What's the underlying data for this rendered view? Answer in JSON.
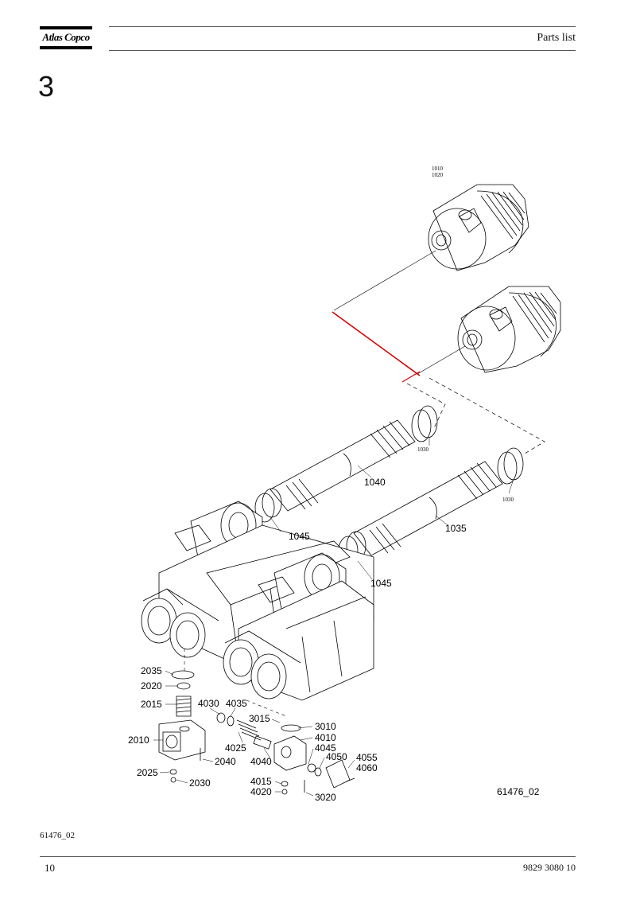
{
  "header": {
    "brand": "Atlas Copco",
    "title": "Parts list"
  },
  "section": {
    "number": "3"
  },
  "drawing": {
    "labels": {
      "p1010": "1010",
      "p1020": "1020",
      "p1030a": "1030",
      "p1030b": "1030",
      "p1035": "1035",
      "p1040": "1040",
      "p1045a": "1045",
      "p1045b": "1045",
      "p2010": "2010",
      "p2015": "2015",
      "p2020": "2020",
      "p2025": "2025",
      "p2030": "2030",
      "p2035": "2035",
      "p2040": "2040",
      "p3010": "3010",
      "p3015": "3015",
      "p3020": "3020",
      "p4010": "4010",
      "p4015": "4015",
      "p4020": "4020",
      "p4025": "4025",
      "p4030": "4030",
      "p4035": "4035",
      "p4040": "4040",
      "p4045": "4045",
      "p4050": "4050",
      "p4055": "4055",
      "p4060": "4060"
    },
    "figure_id": "61476_02"
  },
  "footer": {
    "figure_ref": "61476_02",
    "page": "10",
    "doc_number": "9829 3080 10"
  },
  "colors": {
    "highlight": "#d40000",
    "ink": "#000000"
  }
}
